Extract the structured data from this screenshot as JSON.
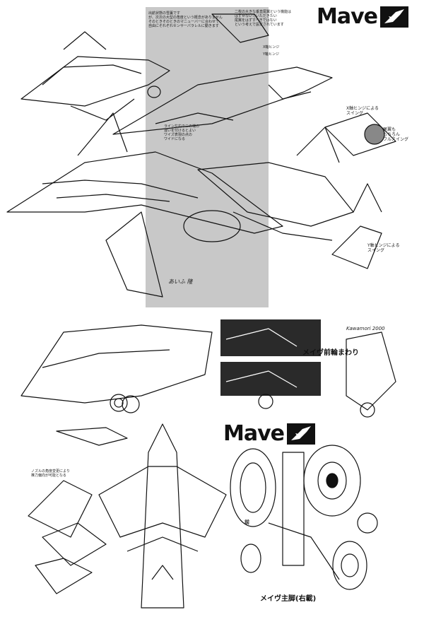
{
  "top_logo": {
    "text": "Mave"
  },
  "bottom_logo": {
    "text": "Mave"
  },
  "captions": {
    "nose_gear": "メイヴ前輪まわり",
    "main_gear": "メイヴ主脚(右載)",
    "swing_x": "X軸ヒンジによる\nスイング",
    "swing_y": "Y軸ヒンジによる\nスイング",
    "wing_swing": "尾翼も\nもちろん\nフルスイング",
    "front_label": "前"
  },
  "notes": {
    "top_left": "出航状態の雪薫です\nが、次次の大型の角度という概念がありません\nそのときそのときのマニューバーに合わせて\n自由にそれぞれセンサーパラレルに動きます",
    "top_center": "二枚の大きな垂直尾翼という機能は\nはずせないでいただきたい\n尾翼をはずすべきではない\nという考えで設定されています",
    "hinge_x": "X軸ヒンジ",
    "hinge_y": "Y軸ヒンジ",
    "center_note": "ライン左右の二の端の\n違いを付けるとよい\nワイズ表現の点の\nワイドになる",
    "bottom_left_note": "ノズルの角度変更により\n推力偏向が可能となる"
  },
  "signatures": {
    "main": "あいふ 隆",
    "kawamori": "Kawamori 2000"
  }
}
